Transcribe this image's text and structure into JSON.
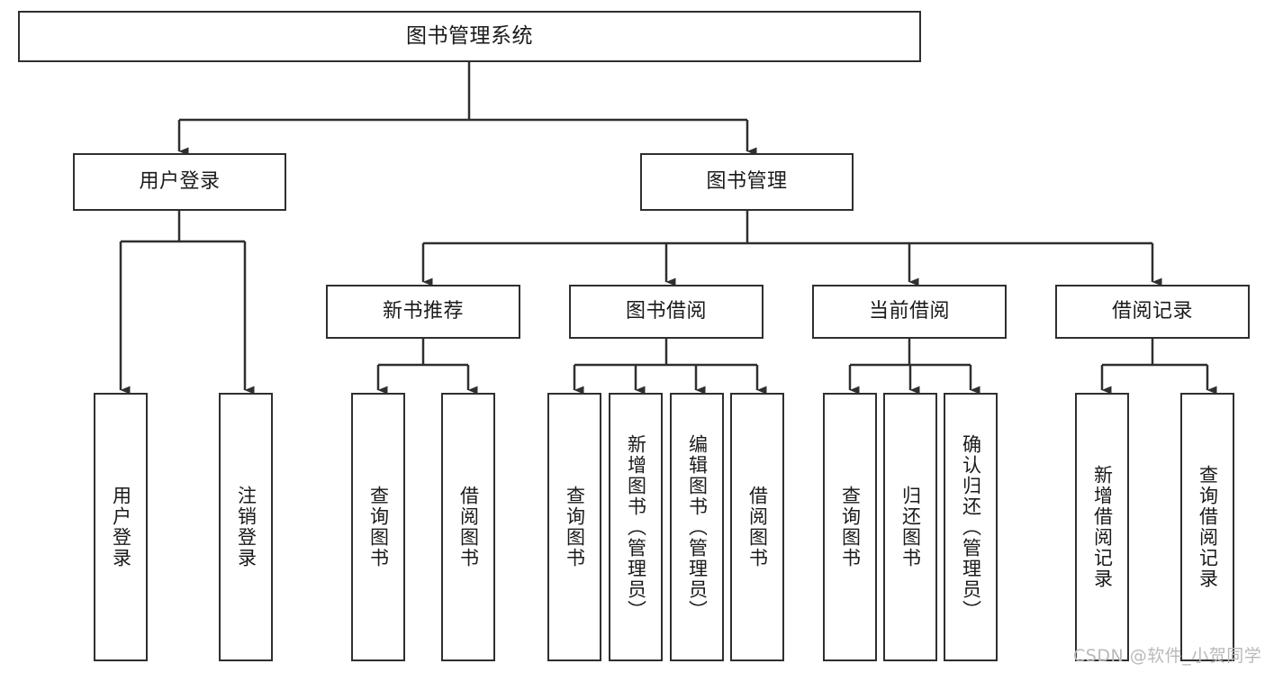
{
  "diagram": {
    "title": "图书管理系统",
    "watermark": "CSDN @软件_小贺同学",
    "colors": {
      "stroke": "#2f2f2f",
      "fill": "#ffffff",
      "text": "#1a1a1a",
      "watermark": "#b9b9b9"
    },
    "levels": {
      "root": {
        "label": "图书管理系统"
      },
      "level2": [
        {
          "label": "用户登录"
        },
        {
          "label": "图书管理"
        }
      ],
      "level3": [
        {
          "label": "新书推荐"
        },
        {
          "label": "图书借阅"
        },
        {
          "label": "当前借阅"
        },
        {
          "label": "借阅记录"
        }
      ],
      "leaves": {
        "user_login": [
          {
            "label": "用户登录"
          },
          {
            "label": "注销登录"
          }
        ],
        "new_book_recommend": [
          {
            "label": "查询图书"
          },
          {
            "label": "借阅图书"
          }
        ],
        "book_borrow": [
          {
            "label": "查询图书"
          },
          {
            "label": "新增图书（管理员）"
          },
          {
            "label": "编辑图书（管理员）"
          },
          {
            "label": "借阅图书"
          }
        ],
        "current_borrow": [
          {
            "label": "查询图书"
          },
          {
            "label": "归还图书"
          },
          {
            "label": "确认归还（管理员）"
          }
        ],
        "borrow_record": [
          {
            "label": "新增借阅记录"
          },
          {
            "label": "查询借阅记录"
          }
        ]
      }
    }
  }
}
